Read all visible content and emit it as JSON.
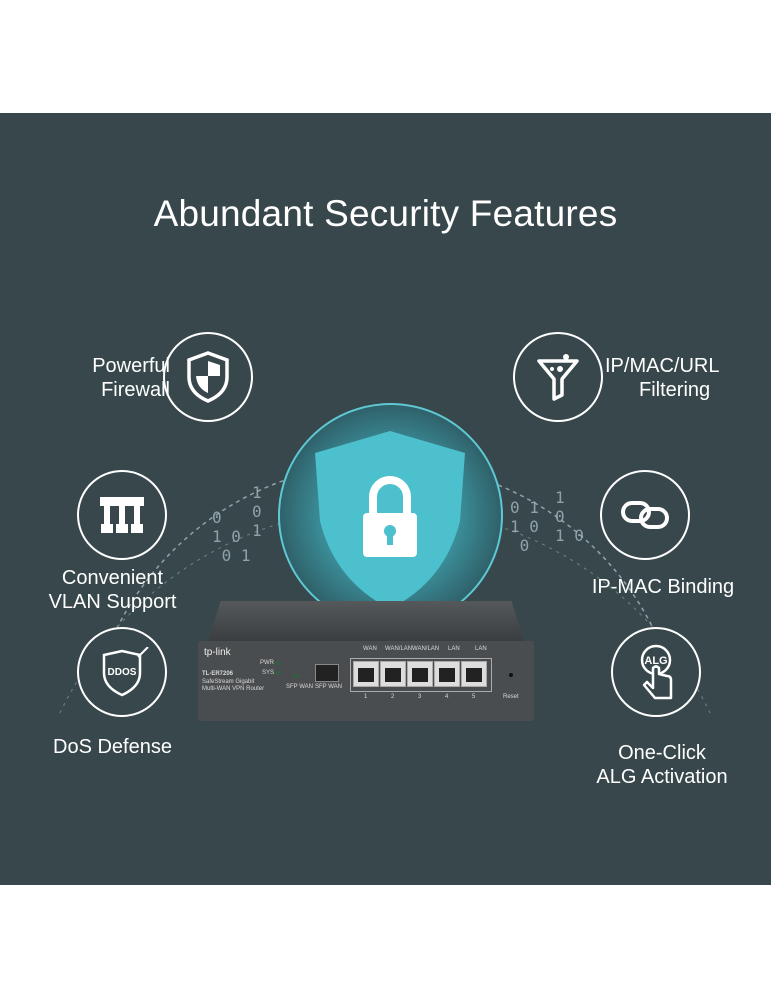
{
  "title": "Abundant Security Features",
  "features": [
    {
      "label_line1": "Powerful",
      "label_line2": "Firewall",
      "icon": "shield-icon"
    },
    {
      "label_line1": "IP/MAC/URL",
      "label_line2": "Filtering",
      "icon": "filter-icon"
    },
    {
      "label_line1": "Convenient",
      "label_line2": "VLAN Support",
      "icon": "vlan-icon"
    },
    {
      "label_line1": "IP-MAC Binding",
      "label_line2": "",
      "icon": "link-icon"
    },
    {
      "label_line1": "DoS Defense",
      "label_line2": "",
      "icon": "ddos-icon",
      "badge": "DDOS"
    },
    {
      "label_line1": "One-Click",
      "label_line2": "ALG Activation",
      "icon": "alg-icon",
      "badge": "ALG"
    }
  ],
  "router": {
    "brand": "tp-link",
    "model": "TL-ER7206",
    "desc1": "SafeStream Gigabit",
    "desc2": "Multi-WAN VPN Router",
    "leds": [
      "PWR",
      "SYS"
    ],
    "sfp_led": "SFP WAN",
    "sfp_port": "SFP WAN",
    "port_labels": [
      "WAN",
      "WAN/LAN",
      "WAN/LAN",
      "LAN",
      "LAN"
    ],
    "port_numbers": [
      "1",
      "2",
      "3",
      "4",
      "5"
    ],
    "reset": "Reset"
  },
  "colors": {
    "background": "#37474b",
    "accent": "#5ec8d3"
  }
}
